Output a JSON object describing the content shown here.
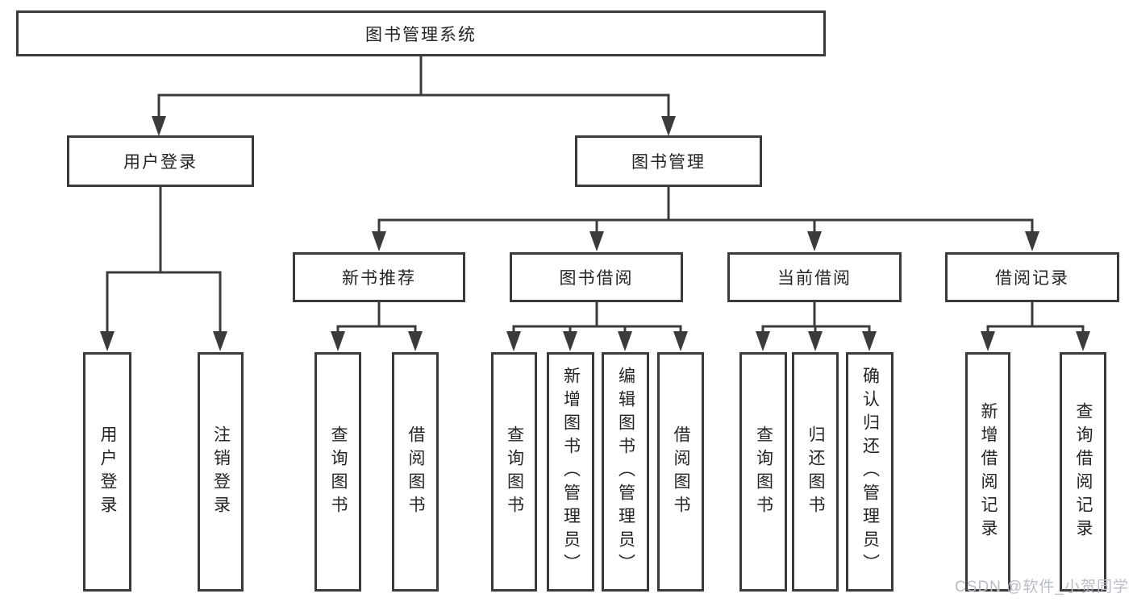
{
  "colors": {
    "line": "#3b3b3b",
    "text": "#242424",
    "watermark": "#b9bdc6",
    "bg": "#ffffff"
  },
  "watermark": {
    "text": "CSDN @软件_小贺同学"
  },
  "tree": {
    "root": {
      "label": "图书管理系统"
    },
    "children": [
      {
        "label": "用户登录",
        "children": [
          {
            "label": "用户登录"
          },
          {
            "label": "注销登录"
          }
        ]
      },
      {
        "label": "图书管理",
        "children": [
          {
            "label": "新书推荐",
            "children": [
              {
                "label": "查询图书"
              },
              {
                "label": "借阅图书"
              }
            ]
          },
          {
            "label": "图书借阅",
            "children": [
              {
                "label": "查询图书"
              },
              {
                "label": "新增图书（管理员）"
              },
              {
                "label": "编辑图书（管理员）"
              },
              {
                "label": "借阅图书"
              }
            ]
          },
          {
            "label": "当前借阅",
            "children": [
              {
                "label": "查询图书"
              },
              {
                "label": "归还图书"
              },
              {
                "label": "确认归还（管理员）"
              }
            ]
          },
          {
            "label": "借阅记录",
            "children": [
              {
                "label": "新增借阅记录"
              },
              {
                "label": "查询借阅记录"
              }
            ]
          }
        ]
      }
    ]
  }
}
